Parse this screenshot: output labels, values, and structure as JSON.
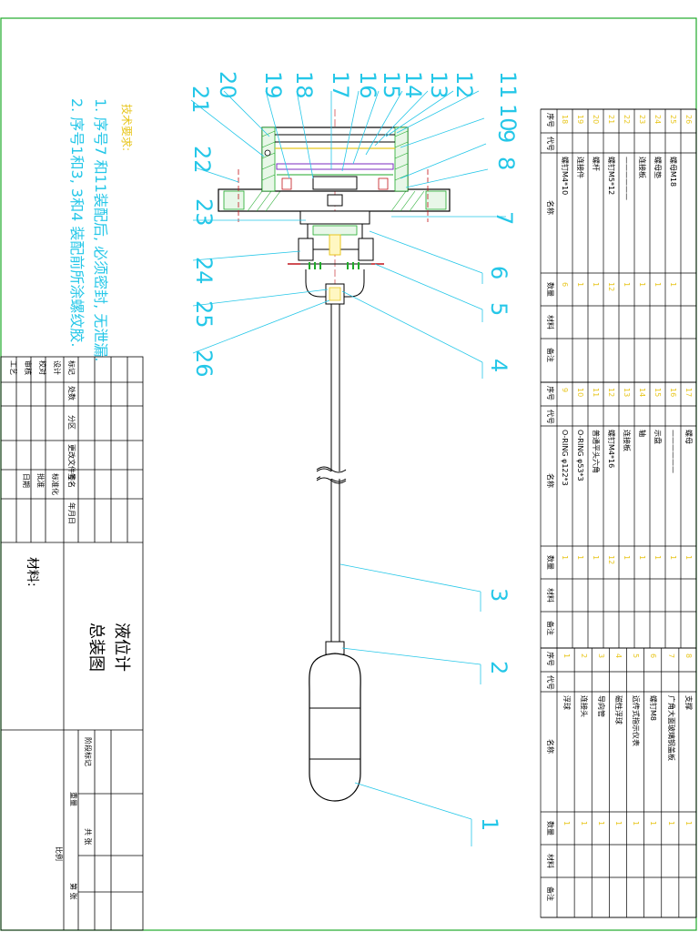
{
  "drawing": {
    "title": "液位计",
    "subtitle": "总装图",
    "material_label": "材料:",
    "notes_heading": "技术要求:",
    "notes": [
      "1. 序号7 和11装配后, 必须密封, 无泄漏.",
      "2. 序号1和3, 3和4 装配前所涂螺纹胶."
    ],
    "callouts_top": [
      "20",
      "19",
      "18",
      "17",
      "16",
      "15",
      "14",
      "13",
      "12",
      "11",
      "10",
      "9",
      "8"
    ],
    "callouts_left": [
      "21",
      "22",
      "23",
      "24",
      "25",
      "26"
    ],
    "callouts_right": [
      "7",
      "6",
      "5",
      "4",
      "3",
      "2",
      "1"
    ]
  },
  "title_block": {
    "rows_left": [
      "标记",
      "设计",
      "校对",
      "审核",
      "工艺"
    ],
    "row_labels": [
      "处数",
      "分区",
      "更改文件号",
      "签名",
      "年月日"
    ],
    "meta": [
      "标准化",
      "批准",
      "日期"
    ],
    "scale_cells": [
      "阶段标记",
      "重量",
      "比例",
      "共 张",
      "第 张"
    ]
  },
  "bom": {
    "headers": [
      "序号",
      "代号",
      "名称",
      "数量",
      "材料",
      "备注"
    ],
    "rows": [
      {
        "no": "26",
        "name": "",
        "qty": ""
      },
      {
        "no": "25",
        "name": "螺母M18",
        "qty": "1"
      },
      {
        "no": "24",
        "name": "螺母垫",
        "qty": "1"
      },
      {
        "no": "23",
        "name": "连接板",
        "qty": "1"
      },
      {
        "no": "22",
        "name": "——————",
        "qty": "1"
      },
      {
        "no": "21",
        "name": "螺钉M5*12",
        "qty": "12"
      },
      {
        "no": "20",
        "name": "螺杆",
        "qty": "1"
      },
      {
        "no": "19",
        "name": "连接件",
        "qty": "1"
      },
      {
        "no": "18",
        "name": "螺钉M4*10",
        "qty": "6"
      },
      {
        "no": "17",
        "name": "螺母",
        "qty": "1"
      },
      {
        "no": "16",
        "name": "——————",
        "qty": "1"
      },
      {
        "no": "15",
        "name": "示盘",
        "qty": "1"
      },
      {
        "no": "14",
        "name": "轴",
        "qty": "1"
      },
      {
        "no": "13",
        "name": "连接板",
        "qty": "1"
      },
      {
        "no": "12",
        "name": "螺钉M4*16",
        "qty": "12"
      },
      {
        "no": "11",
        "name": "普通平头六角",
        "qty": "1"
      },
      {
        "no": "10",
        "name": "O-RING φ53*3",
        "qty": "1"
      },
      {
        "no": "9",
        "name": "O-RING φ122*3",
        "qty": "1"
      },
      {
        "no": "8",
        "name": "支撑",
        "qty": "1"
      },
      {
        "no": "7",
        "name": "广角大面玻璃钢盖板",
        "qty": "1"
      },
      {
        "no": "6",
        "name": "螺钉M8",
        "qty": "1"
      },
      {
        "no": "5",
        "name": "远传式指示仪表",
        "qty": "1"
      },
      {
        "no": "4",
        "name": "磁性浮球",
        "qty": "1"
      },
      {
        "no": "3",
        "name": "导向管",
        "qty": "1"
      },
      {
        "no": "2",
        "name": "连接头",
        "qty": "1"
      },
      {
        "no": "1",
        "name": "浮球",
        "qty": "1"
      }
    ]
  }
}
